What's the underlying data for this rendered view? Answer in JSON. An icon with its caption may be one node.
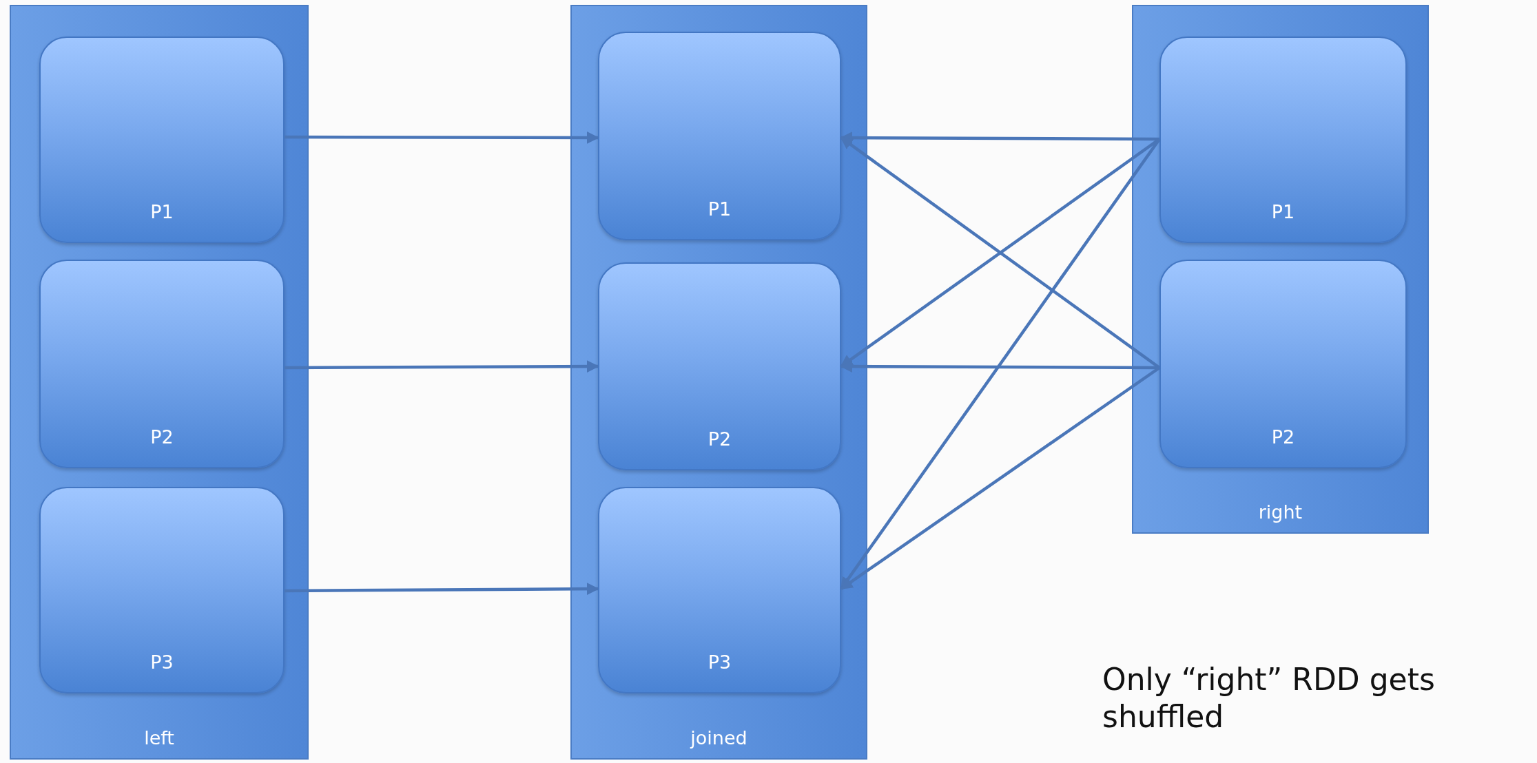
{
  "diagram": {
    "nodes": [
      {
        "text": [
          "left"
        ]
      },
      {
        "text": [
          "P1"
        ],
        "in": 0
      },
      {
        "text": [
          "P2"
        ],
        "in": 0
      },
      {
        "text": [
          "P3"
        ],
        "in": 0
      },
      {
        "text": [
          "joined"
        ]
      },
      {
        "text": [
          "P1"
        ],
        "in": 4
      },
      {
        "text": [
          "P2"
        ],
        "in": 4
      },
      {
        "text": [
          "P3"
        ],
        "in": 4
      },
      {
        "text": [
          "right"
        ]
      },
      {
        "text": [
          "P1"
        ],
        "in": 8
      },
      {
        "text": [
          "P2"
        ],
        "in": 8
      }
    ],
    "edges": [
      {
        "from": 1,
        "to": 5,
        "arrow": "to"
      },
      {
        "from": 2,
        "to": 6,
        "arrow": "to"
      },
      {
        "from": 3,
        "to": 7,
        "arrow": "to"
      },
      {
        "from": 9,
        "to": 5,
        "arrow": "to"
      },
      {
        "from": 9,
        "to": 6,
        "arrow": "to"
      },
      {
        "from": 9,
        "to": 7,
        "arrow": "to"
      },
      {
        "from": 10,
        "to": 5,
        "arrow": "to"
      },
      {
        "from": 10,
        "to": 6,
        "arrow": "to"
      },
      {
        "from": 10,
        "to": 7,
        "arrow": "to"
      }
    ],
    "labels": [
      "Only “right” RDD gets shuffled"
    ]
  }
}
